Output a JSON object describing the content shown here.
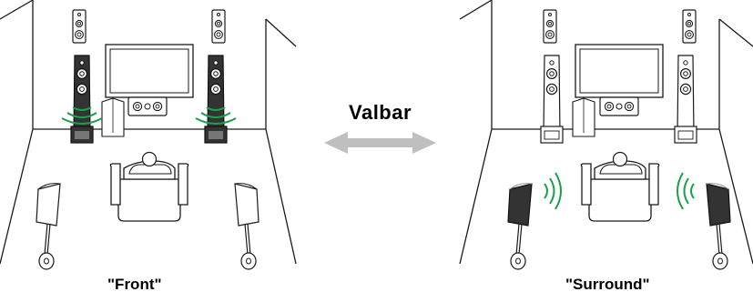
{
  "labels": {
    "left_caption": "\"Front\"",
    "center_label": "Valbar",
    "right_caption": "\"Surround\""
  },
  "colors": {
    "outline": "#1a1a1a",
    "active_speaker": "#333333",
    "inactive_speaker": "#ffffff",
    "sound_wave": "#1aa04a",
    "arrow": "#bfbfbf"
  },
  "icons": {
    "arrow": "double-arrow-icon",
    "speaker": "speaker-icon",
    "sofa": "sofa-icon",
    "listener": "listener-icon",
    "wave": "sound-wave-icon"
  },
  "scenes": {
    "front": {
      "active_group": "front-speakers"
    },
    "surround": {
      "active_group": "surround-speakers"
    }
  }
}
